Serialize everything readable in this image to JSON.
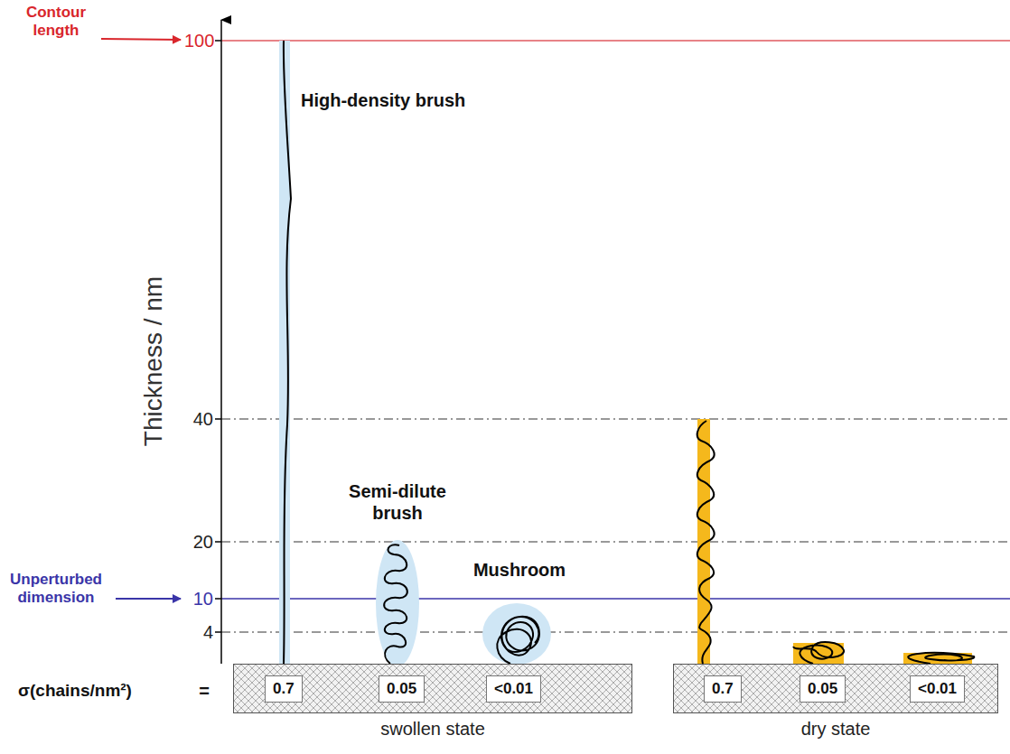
{
  "diagram": {
    "nodes": [
      {
        "text": [
          "swollen state"
        ]
      },
      {
        "text": [
          "0.7"
        ],
        "in": 0
      },
      {
        "text": [
          "0.05"
        ],
        "in": 0
      },
      {
        "text": [
          "<0.01"
        ],
        "in": 0
      },
      {
        "text": [
          "dry state"
        ]
      },
      {
        "text": [
          "0.7"
        ],
        "in": 4
      },
      {
        "text": [
          "0.05"
        ],
        "in": 4
      },
      {
        "text": [
          "<0.01"
        ],
        "in": 4
      }
    ],
    "labels": [
      "Contour length",
      "100",
      "High-density brush",
      "Thickness / nm",
      "40",
      "Semi-dilute brush",
      "20",
      "Mushroom",
      "Unperturbed dimension",
      "10",
      "4",
      "σ(chains/nm²)",
      "="
    ]
  }
}
